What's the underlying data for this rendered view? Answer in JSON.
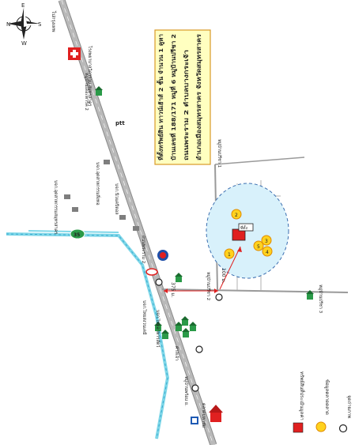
{
  "compass": {
    "n": "N",
    "s": "S",
    "e": "E",
    "w": "W"
  },
  "info_box": {
    "lines": [
      "ที่ตั้งทรัพย์สิน ทาวน์เฮ้าส์ 2 ชั้น จำนวน 1 คูหา",
      "บ้านเลขที่ 188/171 หมู่ที่ 6 หมู่บ้านปรีชา 2",
      "ถนนพระราม 2 ตำบลบางกระเจ้า",
      "อำเภอเมืองสมุทรสาคร จังหวัดสมุทรสาคร"
    ]
  },
  "labels": {
    "to_bangkok": "ไปกรุงเทพ",
    "hospital": "โรงพยาบาลวิภาราม สมุทรสาคร",
    "village_park2": "หมู่บ้านเดอะพาร์ค 2",
    "ptt": "ptt",
    "factory_1": "บจก.อุตสาหกรรมสมุทรสาคร",
    "factory_2": "บจก.อุตสาหกรรมสิ่งทอ",
    "factory_3": "บจก.นิวแคปิตอล",
    "village_preecha1": "หมู่บ้านปรีชา 1",
    "village_preecha3": "หมู่บ้านปรีชา 3",
    "road_35": "ถนนพระราม 2",
    "factory_4": "บจก.ไทยสงวนเคมี",
    "factory_5": "บจก.ไทยอาหารสัตว์",
    "village_5": "หมู่บ้านพร้อม ย.",
    "market": "ตลาดมหาชัย",
    "shrine": "ศาลเจ้า",
    "highway_badge": "35",
    "dist_375": "375 ม.",
    "dist_100": "100 ม.",
    "village_preecha2": "หมู่บ้านปรีชา 2",
    "site_sign": "ที่ตั้ง",
    "marker_1": "1",
    "marker_2": "2",
    "marker_3": "3",
    "marker_4": "4",
    "marker_5": "5"
  },
  "legend": {
    "items": [
      {
        "label": "ทรัพย์สินที่ประเมินมูลค่า"
      },
      {
        "label": "ข้อมูลตลาดตลาด"
      },
      {
        "label": "จุดถ่ายภาพ"
      }
    ]
  },
  "colors": {
    "road": "#a8a8a8",
    "road_edge": "#8a8a8a",
    "river": "#7fd7e8",
    "circle_fill": "#d8f1fb",
    "circle_stroke": "#3c6fb0",
    "info_fill": "#ffffc0",
    "info_stroke": "#d99a28",
    "subject": "#e02020",
    "comp": "#ffd21e",
    "distance": "#e02020"
  }
}
